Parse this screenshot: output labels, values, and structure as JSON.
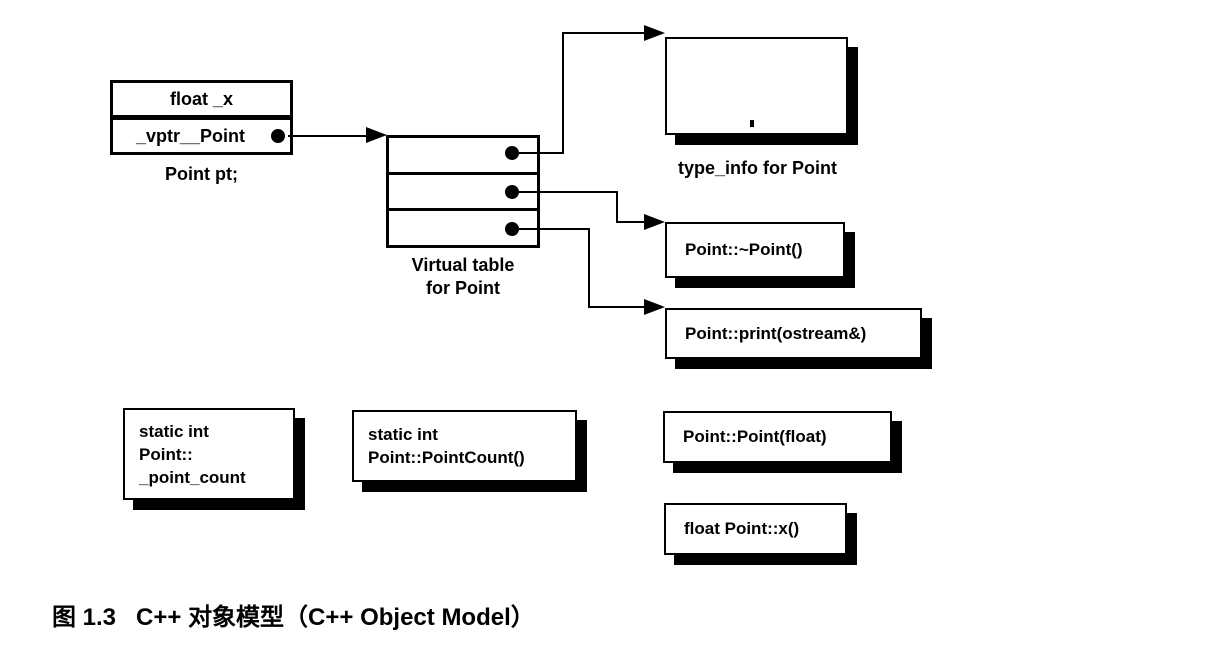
{
  "colors": {
    "ink": "#000000",
    "paper": "#ffffff"
  },
  "object_box": {
    "field_x": "float _x",
    "field_vptr": "_vptr__Point",
    "caption": "Point pt;"
  },
  "vtable": {
    "caption_line1": "Virtual table",
    "caption_line2": "for Point"
  },
  "type_info": {
    "caption": "type_info for Point"
  },
  "methods": {
    "destructor": "Point::~Point()",
    "print": "Point::print(ostream&)",
    "constructor": "Point::Point(float)",
    "x_accessor": "float Point::x()"
  },
  "statics": {
    "data_line1": "static int",
    "data_line2": "Point::",
    "data_line3": "_point_count",
    "func_line1": "static int",
    "func_line2": "Point::PointCount()"
  },
  "figure_caption": {
    "number": "图 1.3",
    "title": "C++ 对象模型（C++ Object Model）"
  }
}
